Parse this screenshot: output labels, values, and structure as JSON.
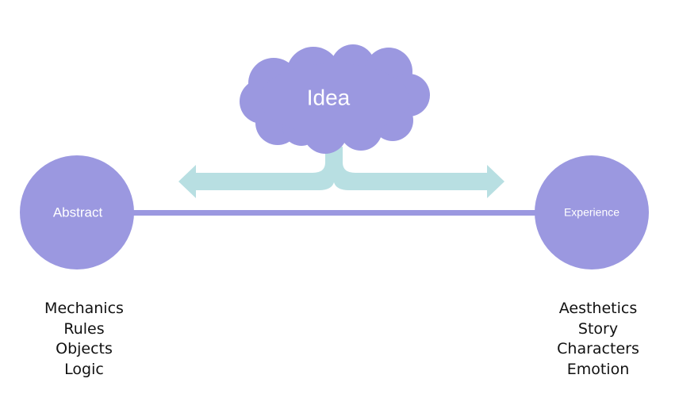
{
  "colors": {
    "node": "#9b98e0",
    "arrow": "#b8dfe2",
    "text": "#111111"
  },
  "idea": {
    "label": "Idea"
  },
  "left_node": {
    "label": "Abstract",
    "items": [
      "Mechanics",
      "Rules",
      "Objects",
      "Logic"
    ]
  },
  "right_node": {
    "label": "Experience",
    "items": [
      "Aesthetics",
      "Story",
      "Characters",
      "Emotion"
    ]
  }
}
